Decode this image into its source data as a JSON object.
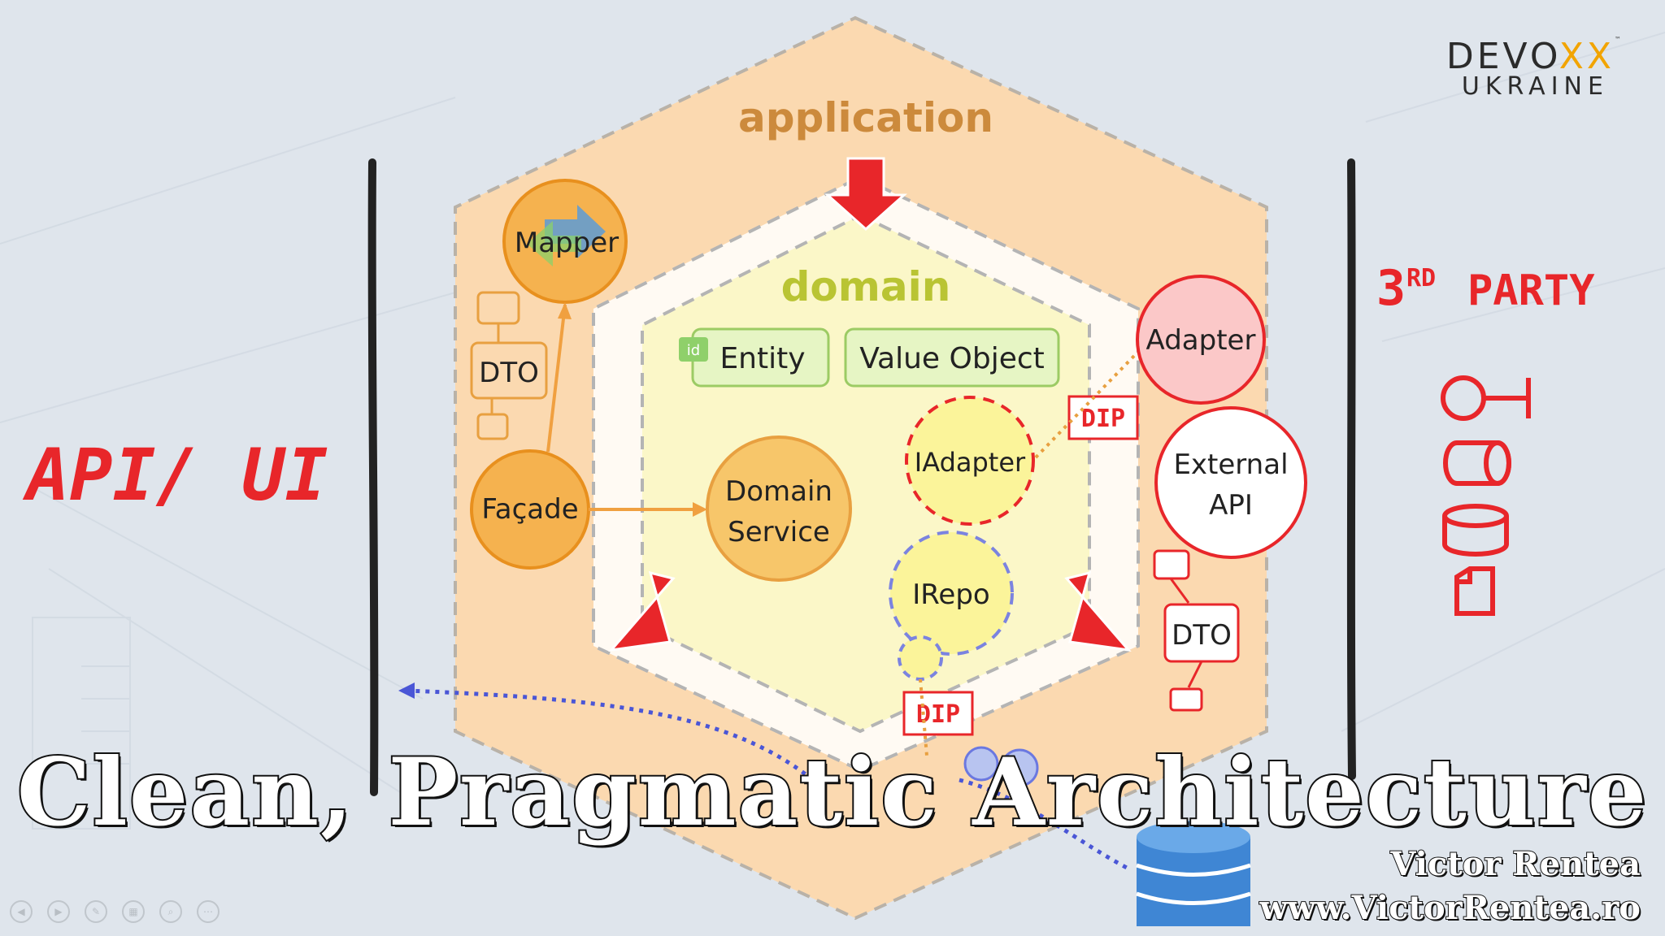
{
  "logo": {
    "line1_a": "DEVO",
    "line1_b": "XX",
    "tm": "™",
    "line2": "UKRAINE"
  },
  "labels": {
    "application": "application",
    "domain": "domain",
    "entity": "Entity",
    "entity_badge": "id",
    "value_object": "Value Object",
    "mapper": "Mapper",
    "dto_left": "DTO",
    "facade": "Façade",
    "domain_service_1": "Domain",
    "domain_service_2": "Service",
    "iadapter": "IAdapter",
    "irepo": "IRepo",
    "dip_top": "DIP",
    "dip_bottom": "DIP",
    "adapter": "Adapter",
    "external_api_1": "External",
    "external_api_2": "API",
    "dto_right": "DTO",
    "api_ui": "API/ UI",
    "third_party_num": "3",
    "third_party_sup": "RD",
    "third_party_word": "PARTY"
  },
  "title": "Clean, Pragmatic Architecture",
  "author": {
    "name": "Victor Rentea",
    "site": "www.VictorRentea.ro"
  },
  "colors": {
    "application_ring": "#fbd9b0",
    "domain_fill": "#fbf7c8",
    "domain_label": "#b9c433",
    "application_label": "#cc8a3c",
    "accent_red": "#e8262a",
    "orange_node": "#f5b24f",
    "green_box": "#e6f5c4"
  },
  "toolbar_icons": [
    "prev-icon",
    "next-icon",
    "pen-icon",
    "slides-icon",
    "zoom-icon",
    "more-icon"
  ]
}
